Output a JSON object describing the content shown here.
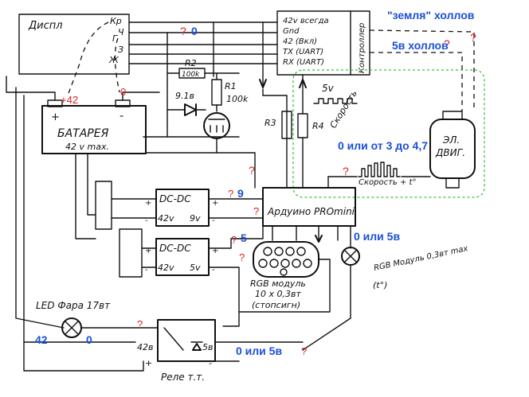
{
  "diagram": {
    "colors": {
      "ink": "#111111",
      "annotation_red": "#e02020",
      "annotation_blue": "#1a4fd6",
      "sensor_box": "#3cbf3c"
    },
    "display": {
      "label": "Диспл",
      "pins": [
        "Кр",
        "Ч",
        "Г",
        "З",
        "Ж"
      ]
    },
    "controller": {
      "side_label": "Контроллер",
      "pins": [
        "42v всегда",
        "Gnd",
        "42 (Вкл)",
        "TX (UART)",
        "RX (UART)"
      ]
    },
    "battery": {
      "plus": "+",
      "minus": "-",
      "line1": "БАТАРЕЯ",
      "line2": "42 v max."
    },
    "resistors": {
      "r2": "R2",
      "r2_value": "100k",
      "r1": "R1",
      "r1_value": "100k",
      "r3": "R3",
      "r4": "R4",
      "zener": "9.1в"
    },
    "signals": {
      "five_v": "5v",
      "speed": "Скорость",
      "speed_temp": "Скорость + t°"
    },
    "motor": {
      "line1": "ЭЛ.",
      "line2": "ДВИГ."
    },
    "dcdc1": {
      "label": "DC-DC",
      "in": "42v",
      "out": "9v"
    },
    "dcdc2": {
      "label": "DC-DC",
      "in": "42v",
      "out": "5v"
    },
    "arduino": {
      "label": "Ардуино PROmini"
    },
    "rgb_module": {
      "line1": "RGB модуль",
      "line2": "10 x 0,3вт",
      "line3": "(стопсигн)"
    },
    "rgb_led": {
      "line1": "RGB Модуль 0,3вт max",
      "line2": "(t°)"
    },
    "led_headlight": {
      "label": "LED Фара 17вт"
    },
    "relay": {
      "label": "Реле т.т.",
      "in42": "42в",
      "in5": "5в"
    },
    "polarity": {
      "plus": "+",
      "minus": "-"
    },
    "annotations_red": {
      "q_display": "?",
      "q_ctrl_gnd": "?",
      "zero_batt": "0",
      "plus42": "+42",
      "q_arduino_left": "?",
      "q_r3": "?",
      "q_out9": "?",
      "q_dcdc2_in": "?",
      "q_out5": "?",
      "q_sensor": "?",
      "q_relay_top": "?",
      "q_relay_5v": "?",
      "q_hall_gnd": "?",
      "q_hall_5v": "?"
    },
    "annotations_blue": {
      "zero_gnd": "0",
      "hall_ground": "\"земля\" холлов",
      "hall_5v": "5в холлов",
      "sensor_range": "0 или от 3 до 4,7",
      "nine": "9",
      "five": "5",
      "zero_or_5a": "0 или 5в",
      "zero_or_5b": "0 или 5в",
      "forty_two": "42",
      "zero_led": "0"
    }
  }
}
